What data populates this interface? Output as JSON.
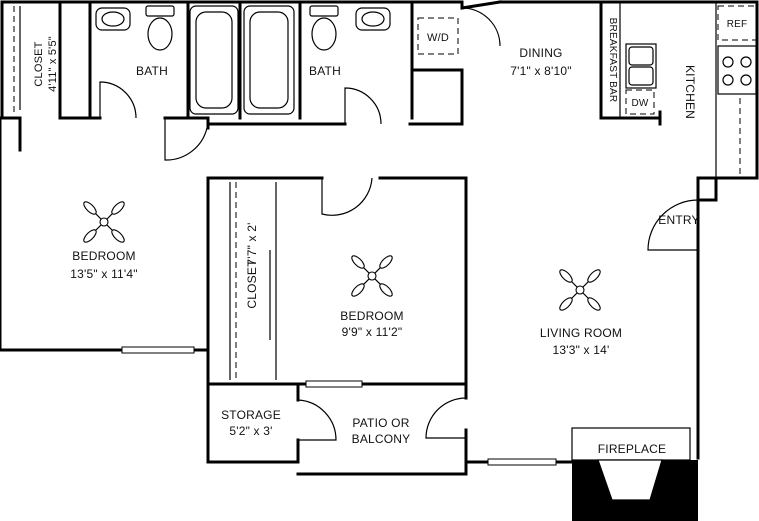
{
  "rooms": {
    "closet_left": {
      "name": "CLOSET",
      "dims": "4'11\" x 5'5\""
    },
    "bath_left": {
      "name": "BATH"
    },
    "bath_right": {
      "name": "BATH"
    },
    "wd": {
      "name": "W/D"
    },
    "dining": {
      "name": "DINING",
      "dims": "7'1\" x 8'10\""
    },
    "breakfast_bar": {
      "name": "BREAKFAST BAR"
    },
    "dw": {
      "name": "DW"
    },
    "ref": {
      "name": "REF"
    },
    "kitchen": {
      "name": "KITCHEN"
    },
    "entry": {
      "name": "ENTRY"
    },
    "bedroom_left": {
      "name": "BEDROOM",
      "dims": "13'5\" x 11'4\""
    },
    "closet_middle": {
      "name": "CLOSET",
      "dims": "7'7\" x 2'"
    },
    "bedroom_middle": {
      "name": "BEDROOM",
      "dims": "9'9\" x 11'2\""
    },
    "living_room": {
      "name": "LIVING ROOM",
      "dims": "13'3\" x 14'"
    },
    "storage": {
      "name": "STORAGE",
      "dims": "5'2\" x 3'"
    },
    "patio": {
      "name": "PATIO OR",
      "name2": "BALCONY"
    },
    "fireplace": {
      "name": "FIREPLACE"
    }
  }
}
